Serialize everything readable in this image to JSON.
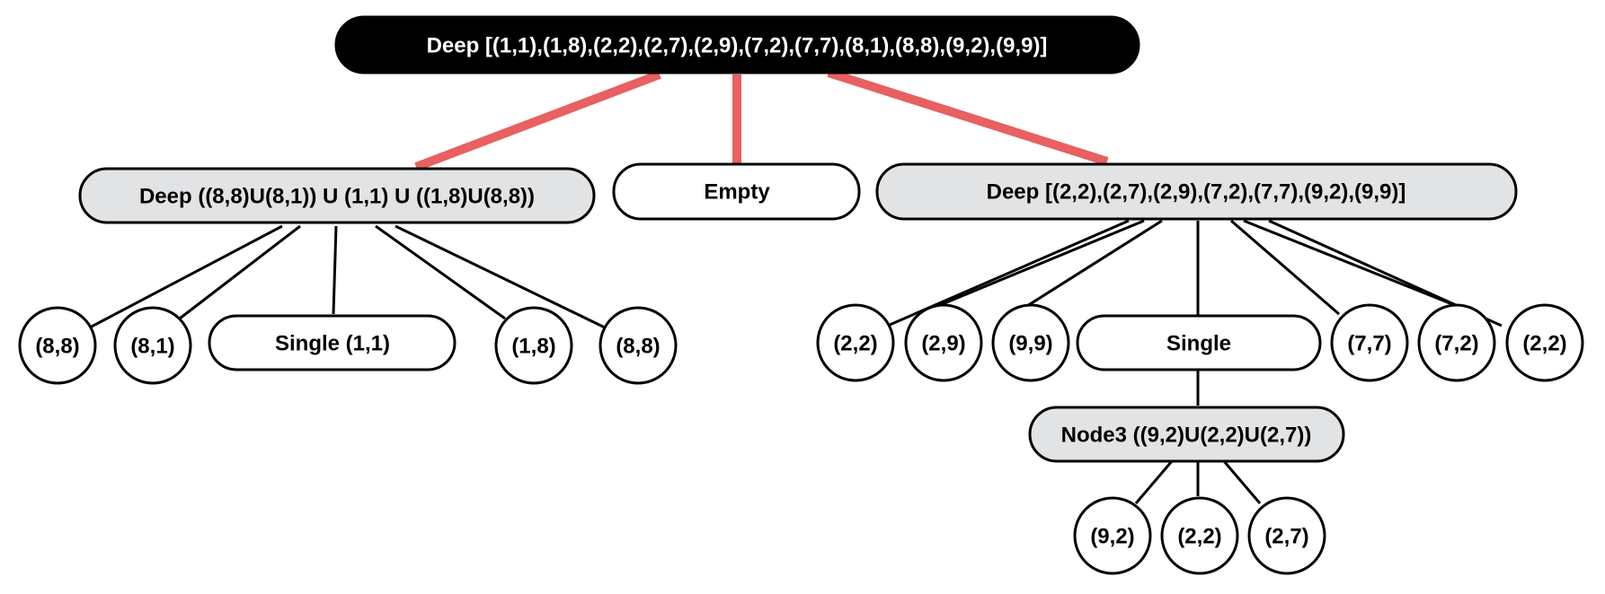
{
  "tree": {
    "root": {
      "label": "Deep [(1,1),(1,8),(2,2),(2,7),(2,9),(7,2),(7,7),(8,1),(8,8),(9,2),(9,9)]"
    },
    "left": {
      "label": "Deep ((8,8)U(8,1)) U (1,1) U ((1,8)U(8,8))",
      "children": [
        "(8,8)",
        "(8,1)",
        "Single (1,1)",
        "(1,8)",
        "(8,8)"
      ]
    },
    "middle": {
      "label": "Empty"
    },
    "right": {
      "label": "Deep [(2,2),(2,7),(2,9),(7,2),(7,7),(9,2),(9,9)]",
      "children": [
        "(2,2)",
        "(2,9)",
        "(9,9)",
        "Single",
        "(7,7)",
        "(7,2)",
        "(2,2)"
      ]
    },
    "node3": {
      "label": "Node3 ((9,2)U(2,2)U(2,7))",
      "children": [
        "(9,2)",
        "(2,2)",
        "(2,7)"
      ]
    }
  },
  "colors": {
    "root_fill": "#000000",
    "root_text": "#ffffff",
    "deep_fill": "#e2e3e5",
    "plain_fill": "#ffffff",
    "stroke": "#000000",
    "highlight_edge": "#e86060"
  }
}
